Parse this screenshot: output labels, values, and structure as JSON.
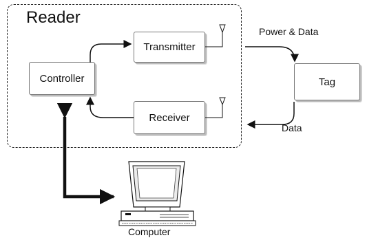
{
  "reader": {
    "title": "Reader"
  },
  "blocks": {
    "transmitter": "Transmitter",
    "controller": "Controller",
    "receiver": "Receiver",
    "tag": "Tag"
  },
  "signals": {
    "power_and_data": "Power & Data",
    "data": "Data"
  },
  "computer": {
    "label": "Computer"
  }
}
